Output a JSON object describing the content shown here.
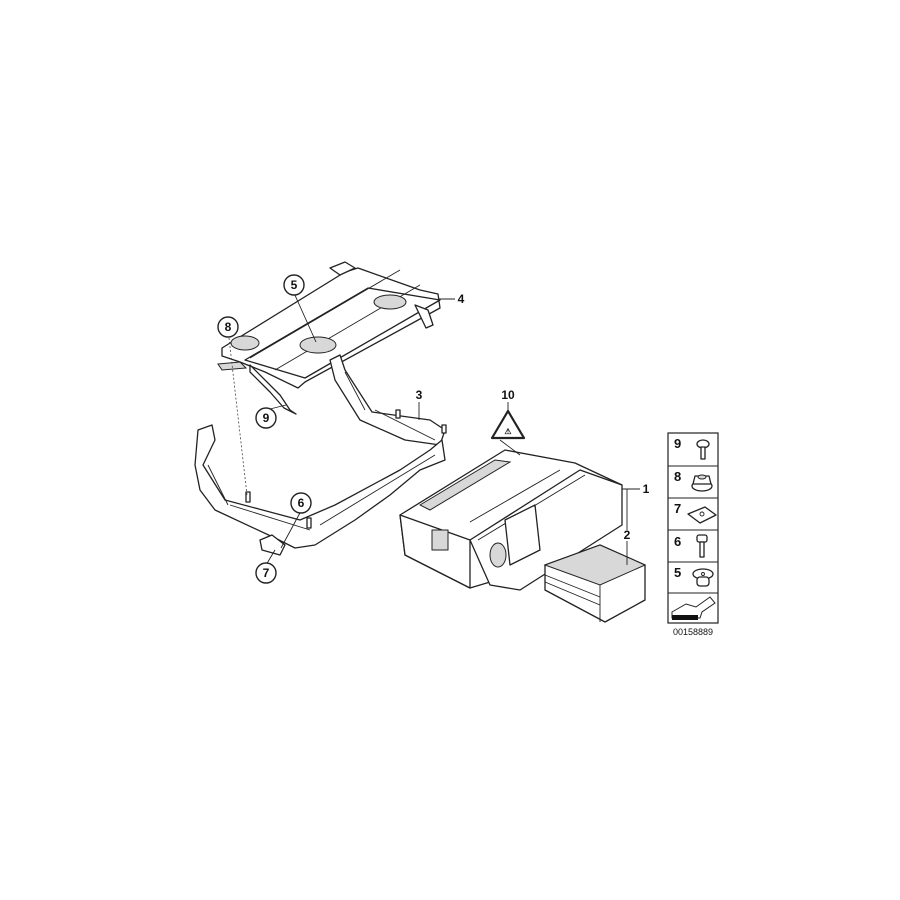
{
  "diagram": {
    "callouts": {
      "c1": "1",
      "c2": "2",
      "c3": "3",
      "c4": "4",
      "c5": "5",
      "c6": "6",
      "c7": "7",
      "c8": "8",
      "c9": "9",
      "c10": "10"
    },
    "legend": {
      "items": [
        {
          "number": "9",
          "icon": "screw-icon"
        },
        {
          "number": "8",
          "icon": "hex-collar-nut-icon"
        },
        {
          "number": "7",
          "icon": "spring-nut-icon"
        },
        {
          "number": "6",
          "icon": "hex-bolt-icon"
        },
        {
          "number": "5",
          "icon": "grommet-nut-icon"
        }
      ],
      "footer_icon": "arrow-pointer-icon"
    },
    "image_number": "00158889"
  }
}
